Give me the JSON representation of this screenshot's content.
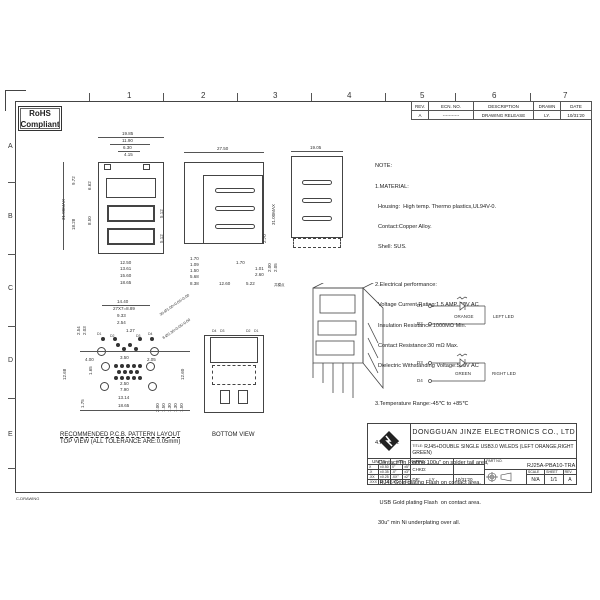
{
  "drawing": {
    "border_columns": [
      "1",
      "2",
      "3",
      "4",
      "5",
      "6",
      "7"
    ],
    "border_rows": [
      "A",
      "B",
      "C",
      "D",
      "E"
    ],
    "rohs": {
      "line1": "RoHS",
      "line2": "Compliant"
    },
    "footer_tag": "C-DRAWING"
  },
  "revision_table": {
    "headers": [
      "REV.",
      "ECN. NO.",
      "DESCRIPTION",
      "DRAWN",
      "DATE"
    ],
    "rows": [
      {
        "rev": "A",
        "ecn": "-----------",
        "description": "DRAWING RELEASE",
        "drawn": "LY.",
        "date": "10/31'20"
      }
    ]
  },
  "front_view": {
    "dims_top": [
      "19.85",
      "11.90",
      "6.30",
      "4.15"
    ],
    "dims_left": [
      "31.00MAX",
      "9.72",
      "18.28",
      "6.62",
      "8.50"
    ],
    "dims_right": [
      "5.12",
      "5.12"
    ],
    "dims_bottom": [
      "12.50",
      "13.61",
      "15.60",
      "18.65"
    ]
  },
  "side_view": {
    "dims_top": [
      "27.50"
    ],
    "dims_right": [
      "31.00MAX",
      "2.70"
    ],
    "dims_left": [
      "1.70",
      "1.09",
      "1.50",
      "5.68",
      "8.38"
    ],
    "dims_bottom": [
      "12.60",
      "5.22",
      "1.70",
      "1.01",
      "2.60",
      "2.00",
      "2.05"
    ],
    "callout": "共模点"
  },
  "back_view": {
    "dims_top": [
      "19.05"
    ]
  },
  "pcb_layout": {
    "dims": [
      "14.40",
      "27X7=8.89",
      "9.33",
      "2.54",
      "1.27",
      "3.50",
      "4.00",
      "2.05",
      "12.68",
      "12.60",
      "2.54",
      "2.03",
      "1.65",
      "2.50",
      "7.90",
      "13.14",
      "18.65",
      "1.75",
      "2.00",
      "1.50",
      "1.30",
      "1.30",
      "1.50"
    ],
    "callouts": [
      "30-Ø1.00+0.05/-0.00",
      "8-Ø2.30+0.05/-0.00"
    ],
    "pin_labels": [
      "D1",
      "D2",
      "D3",
      "D4"
    ],
    "title_line1": "RECOMMENDED P.C.B. PATTERN LAYOUT",
    "title_line2": "TOP VIEW (ALL TOLERANCE ARE:0.05mm)"
  },
  "bottom_view": {
    "title": "BOTTOM VIEW",
    "pin_labels": [
      "D4",
      "D3",
      "D2",
      "D1"
    ]
  },
  "notes": {
    "heading": "NOTE:",
    "material_heading": "1.MATERIAL:",
    "material": [
      "Housing:  High temp. Thermo plastics,UL94V-0.",
      "Contact:Copper Alloy.",
      "Shell: SUS."
    ],
    "electrical_heading": "2.Electrical performance:",
    "electrical": [
      "Voltage Current Rating:1.5 AMP. 30V AC",
      "Insulation Resistance:1000MΩ Min.",
      "Contact Resistance:30 mΩ Max.",
      "Dielectric Withstanding Voltage:500V AC"
    ],
    "temperature": "3.Temperature Range:-45℃ to +85℃",
    "finish_heading": "4.FINISH:",
    "finish": [
      "Contact:Tin Plating 100u\" on solder tail area,",
      " RJ45 Gold plating Flash on contact area.",
      " USB Gold plating Flash  on contact area.",
      "30u\" min Ni underplating over all."
    ]
  },
  "led_schematic": {
    "left": {
      "pin_a": "D1",
      "pin_b": "D2",
      "color": "ORANGE",
      "label": "LEFT LED"
    },
    "right": {
      "pin_a": "D3",
      "pin_b": "D4",
      "color": "GREEN",
      "label": "RIGHT LED"
    }
  },
  "title_block": {
    "company": "DONGGUAN  JINZE  ELECTRONICS  CO.,  LTD",
    "title_label": "TITLE:",
    "title_text": "RJ45+DOUBLE SINGLE USB3.0 W/LEDS (LEFT ORANGE,RIGHT GREEN)",
    "units_label": "UNITS",
    "units_value": "mm",
    "tolerances": [
      {
        "dec": "X",
        "lin": "±0.50",
        "ang_dec": "X°",
        "ang": "±5°"
      },
      {
        "dec": ".X",
        "lin": "±0.35",
        "ang_dec": ".X°",
        "ang": "±3°"
      },
      {
        "dec": ".XX",
        "lin": "±0.25",
        "ang_dec": ".XX°",
        "ang": "±2°"
      },
      {
        "dec": ".XXX",
        "lin": "±0.15",
        "ang_dec": ".XXX°",
        "ang": "±1°"
      }
    ],
    "appd_label": "APPD:",
    "chkd_label": "CHKD:",
    "dr_label": "DR:",
    "dr_value": "LY",
    "dr_date": "10/31'20",
    "part_no_label": "PART NO.",
    "part_no": "RJ25A-PBA10-TRA",
    "scale_label": "SCALE",
    "scale": "N/A",
    "sheet_label": "SHEET",
    "sheet": "1/1",
    "rev_label": "REV.",
    "rev": "A"
  }
}
